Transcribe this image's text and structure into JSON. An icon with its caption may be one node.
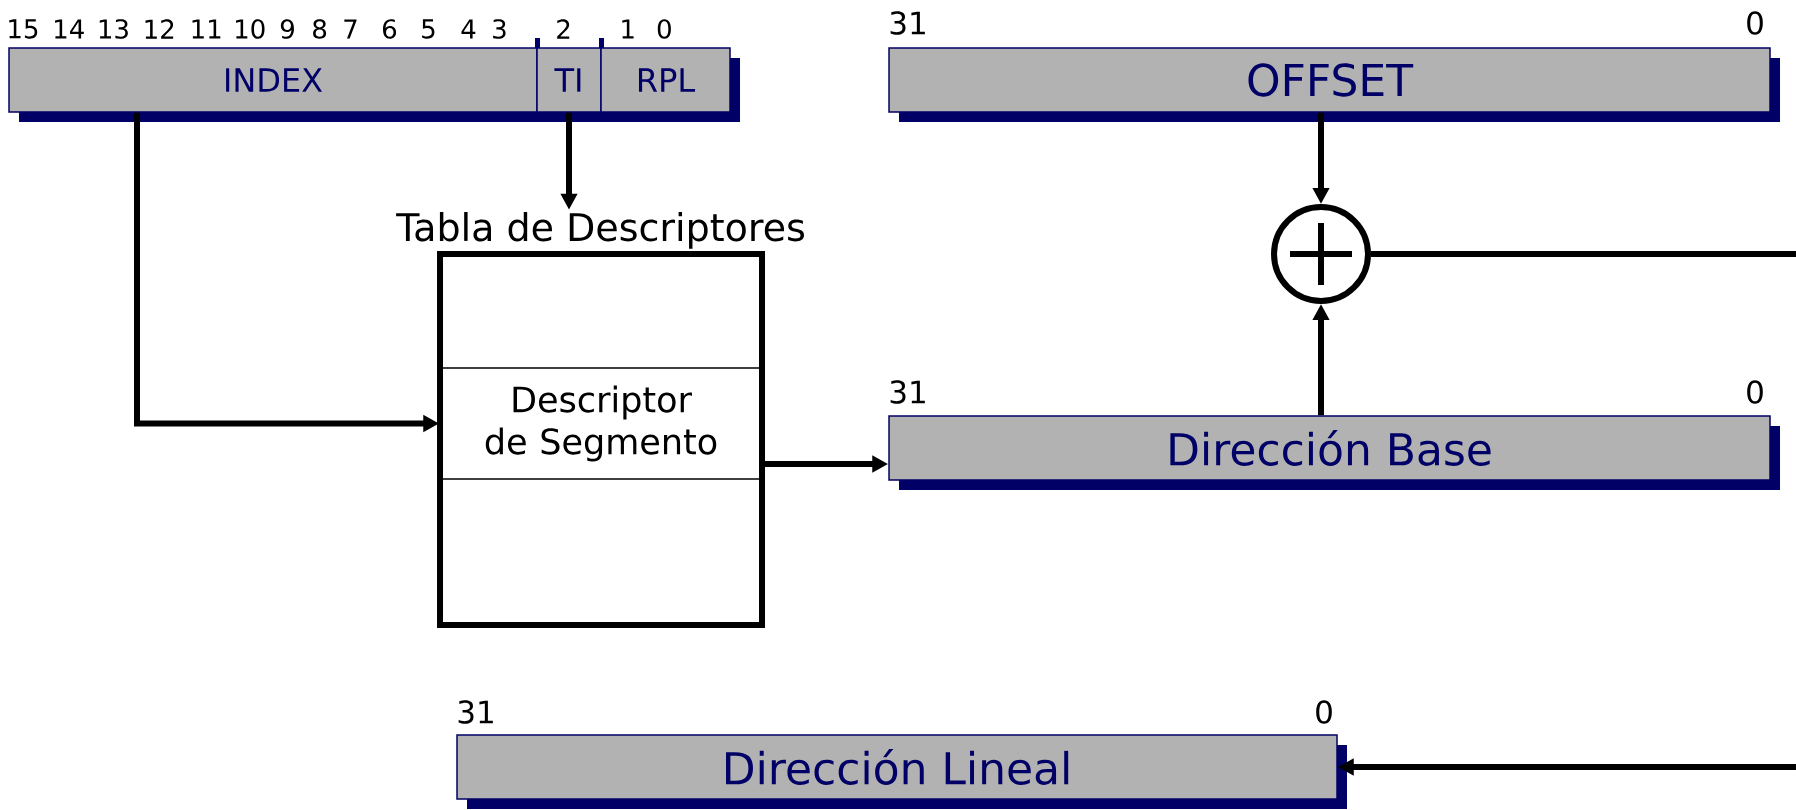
{
  "diagram": {
    "nodes": [
      {
        "text": [
          "INDEX"
        ]
      },
      {
        "text": [
          "TI"
        ]
      },
      {
        "text": [
          "RPL"
        ]
      },
      {
        "text": [
          "Tabla de Descriptores"
        ]
      },
      {
        "text": [
          "Descriptor de Segmento"
        ],
        "in": 3
      },
      {
        "text": [
          "OFFSET"
        ]
      },
      {
        "text": [],
        "shape": "circle"
      },
      {
        "text": [
          "Dirección Base"
        ]
      },
      {
        "text": [
          "Dirección Lineal"
        ]
      }
    ],
    "edges": [
      {
        "from": 0,
        "to": 4,
        "arrow": "to"
      },
      {
        "from": 1,
        "to": 3,
        "arrow": "to"
      },
      {
        "from": 4,
        "to": 7,
        "arrow": "to"
      },
      {
        "from": 5,
        "to": 6,
        "arrow": "to"
      },
      {
        "from": 7,
        "to": 6,
        "arrow": "to"
      },
      {
        "from": 6,
        "to": null,
        "arrow": "none"
      },
      {
        "from": null,
        "to": 8,
        "arrow": "to"
      }
    ],
    "labels": [
      "15",
      "14",
      "13",
      "12",
      "11",
      "10",
      "9",
      "8",
      "7",
      "6",
      "5",
      "4",
      "3",
      "2",
      "1",
      "0",
      "31",
      "0",
      "31",
      "0",
      "31",
      "0"
    ]
  }
}
